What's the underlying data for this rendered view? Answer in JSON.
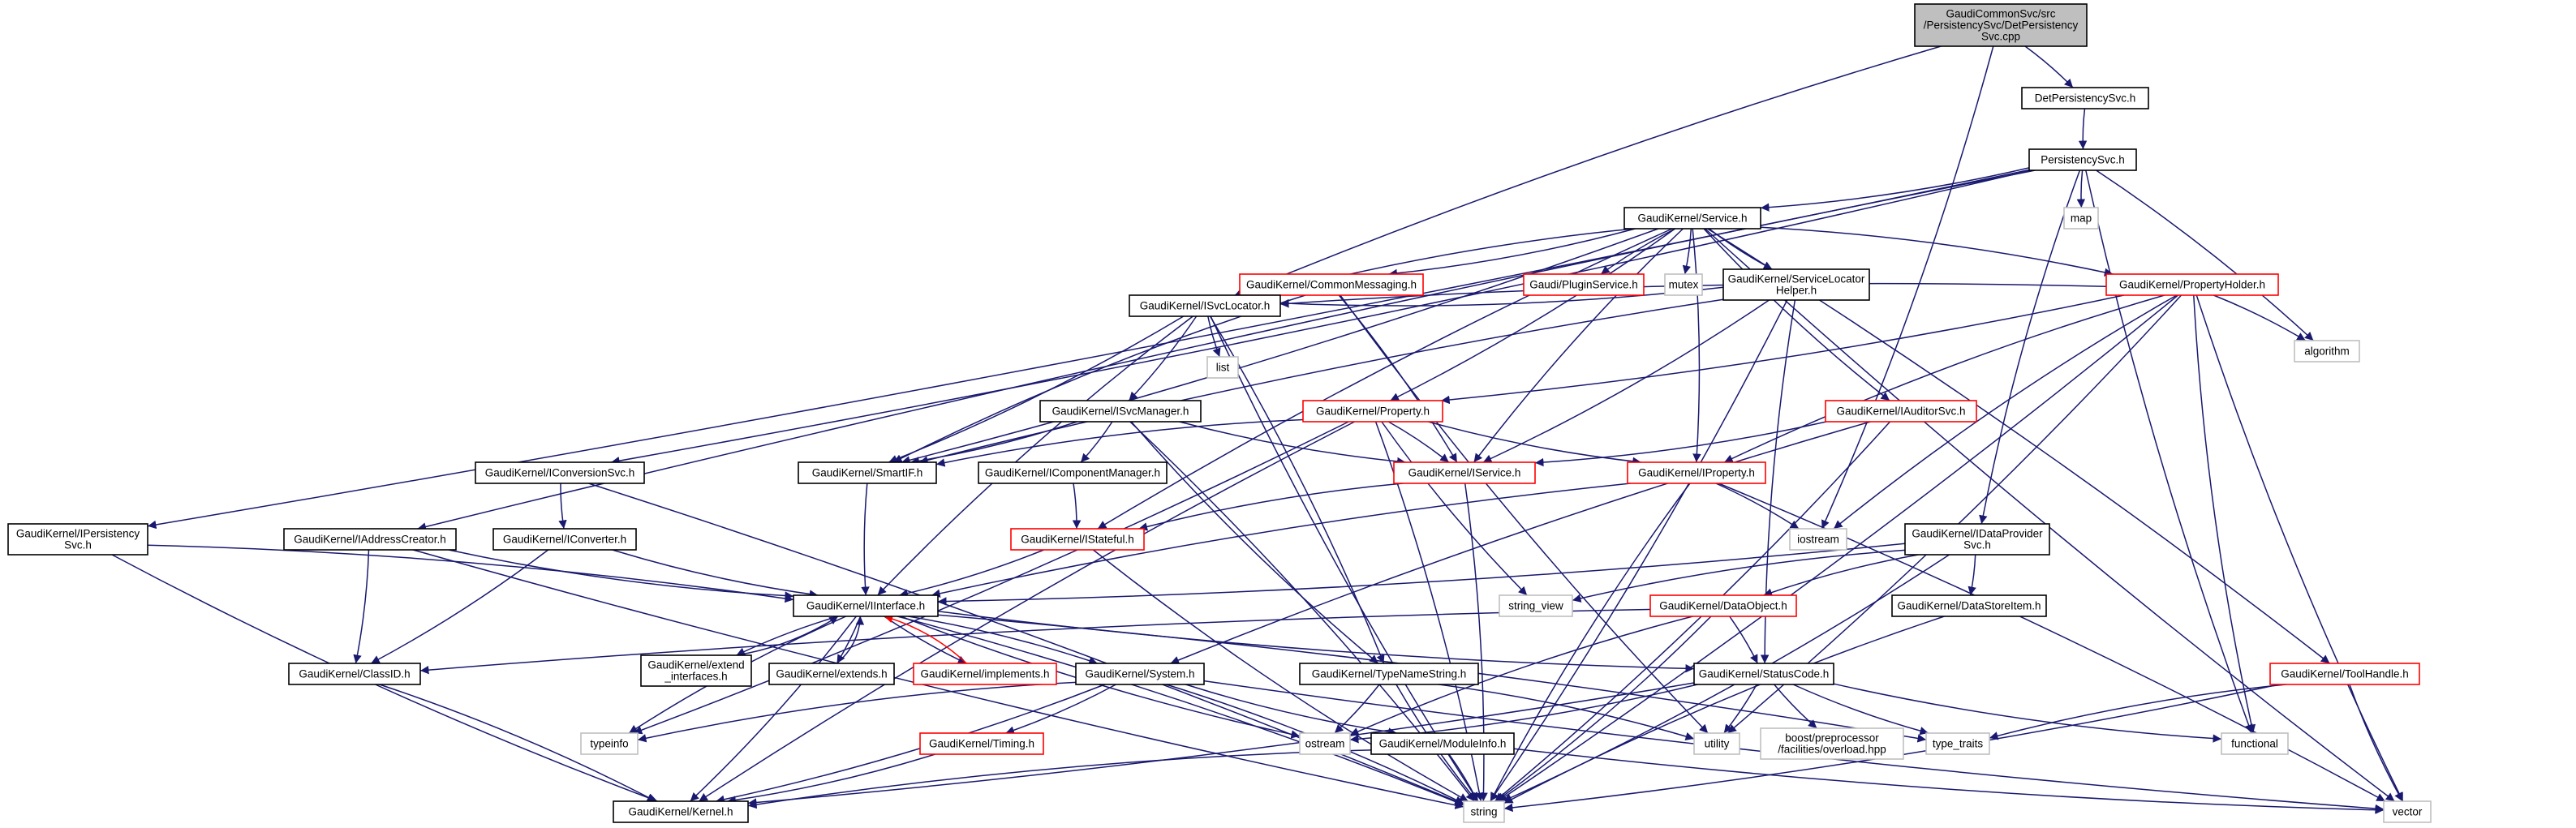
{
  "colors": {
    "edge": "#191970",
    "edge_highlight": "#ff0000",
    "border_normal": "#000000",
    "border_highlight": "#ff0000",
    "border_external": "#bfbfbf",
    "fill_root": "#bfbfbf",
    "fill_normal": "#ffffff",
    "label_text": "#000000"
  },
  "nodes": [
    {
      "id": "root",
      "lines": [
        "GaudiCommonSvc/src",
        "/PersistencySvc/DetPersistency",
        "Svc.cpp"
      ],
      "kind": "root"
    },
    {
      "id": "det_pers",
      "lines": [
        "DetPersistencySvc.h"
      ],
      "kind": "normal"
    },
    {
      "id": "pers_svc",
      "lines": [
        "PersistencySvc.h"
      ],
      "kind": "normal"
    },
    {
      "id": "service",
      "lines": [
        "GaudiKernel/Service.h"
      ],
      "kind": "normal"
    },
    {
      "id": "map",
      "lines": [
        "map"
      ],
      "kind": "external"
    },
    {
      "id": "ipers",
      "lines": [
        "GaudiKernel/IPersistency",
        "Svc.h"
      ],
      "kind": "normal"
    },
    {
      "id": "iaddr",
      "lines": [
        "GaudiKernel/IAddressCreator.h"
      ],
      "kind": "normal"
    },
    {
      "id": "iconvsvc",
      "lines": [
        "GaudiKernel/IConversionSvc.h"
      ],
      "kind": "normal"
    },
    {
      "id": "commonmsg",
      "lines": [
        "GaudiKernel/CommonMessaging.h"
      ],
      "kind": "highlight"
    },
    {
      "id": "pluginsvc",
      "lines": [
        "Gaudi/PluginService.h"
      ],
      "kind": "highlight"
    },
    {
      "id": "mutex",
      "lines": [
        "mutex"
      ],
      "kind": "external"
    },
    {
      "id": "svcloc_helper",
      "lines": [
        "GaudiKernel/ServiceLocator",
        "Helper.h"
      ],
      "kind": "normal"
    },
    {
      "id": "propholder",
      "lines": [
        "GaudiKernel/PropertyHolder.h"
      ],
      "kind": "highlight"
    },
    {
      "id": "isvcloc",
      "lines": [
        "GaudiKernel/ISvcLocator.h"
      ],
      "kind": "normal"
    },
    {
      "id": "list",
      "lines": [
        "list"
      ],
      "kind": "external"
    },
    {
      "id": "algorithm",
      "lines": [
        "algorithm"
      ],
      "kind": "external"
    },
    {
      "id": "isvcmgr",
      "lines": [
        "GaudiKernel/ISvcManager.h"
      ],
      "kind": "normal"
    },
    {
      "id": "property",
      "lines": [
        "GaudiKernel/Property.h"
      ],
      "kind": "highlight"
    },
    {
      "id": "iauditor",
      "lines": [
        "GaudiKernel/IAuditorSvc.h"
      ],
      "kind": "highlight"
    },
    {
      "id": "smartif",
      "lines": [
        "GaudiKernel/SmartIF.h"
      ],
      "kind": "normal"
    },
    {
      "id": "icompmgr",
      "lines": [
        "GaudiKernel/IComponentManager.h"
      ],
      "kind": "normal"
    },
    {
      "id": "iservice",
      "lines": [
        "GaudiKernel/IService.h"
      ],
      "kind": "highlight"
    },
    {
      "id": "iproperty",
      "lines": [
        "GaudiKernel/IProperty.h"
      ],
      "kind": "highlight"
    },
    {
      "id": "iconverter",
      "lines": [
        "GaudiKernel/IConverter.h"
      ],
      "kind": "normal"
    },
    {
      "id": "istateful",
      "lines": [
        "GaudiKernel/IStateful.h"
      ],
      "kind": "highlight"
    },
    {
      "id": "iostream",
      "lines": [
        "iostream"
      ],
      "kind": "external"
    },
    {
      "id": "idataprov",
      "lines": [
        "GaudiKernel/IDataProvider",
        "Svc.h"
      ],
      "kind": "normal"
    },
    {
      "id": "iinterface",
      "lines": [
        "GaudiKernel/IInterface.h"
      ],
      "kind": "normal"
    },
    {
      "id": "string_view",
      "lines": [
        "string_view"
      ],
      "kind": "external"
    },
    {
      "id": "dataobject",
      "lines": [
        "GaudiKernel/DataObject.h"
      ],
      "kind": "highlight"
    },
    {
      "id": "datastoreitem",
      "lines": [
        "GaudiKernel/DataStoreItem.h"
      ],
      "kind": "normal"
    },
    {
      "id": "classid",
      "lines": [
        "GaudiKernel/ClassID.h"
      ],
      "kind": "normal"
    },
    {
      "id": "extend_ifaces",
      "lines": [
        "GaudiKernel/extend",
        "_interfaces.h"
      ],
      "kind": "normal"
    },
    {
      "id": "extends",
      "lines": [
        "GaudiKernel/extends.h"
      ],
      "kind": "normal"
    },
    {
      "id": "implements",
      "lines": [
        "GaudiKernel/implements.h"
      ],
      "kind": "highlight"
    },
    {
      "id": "system",
      "lines": [
        "GaudiKernel/System.h"
      ],
      "kind": "normal"
    },
    {
      "id": "typenamestr",
      "lines": [
        "GaudiKernel/TypeNameString.h"
      ],
      "kind": "normal"
    },
    {
      "id": "statuscode",
      "lines": [
        "GaudiKernel/StatusCode.h"
      ],
      "kind": "normal"
    },
    {
      "id": "toolhandle",
      "lines": [
        "GaudiKernel/ToolHandle.h"
      ],
      "kind": "highlight"
    },
    {
      "id": "typeinfo",
      "lines": [
        "typeinfo"
      ],
      "kind": "external"
    },
    {
      "id": "timing",
      "lines": [
        "GaudiKernel/Timing.h"
      ],
      "kind": "highlight"
    },
    {
      "id": "ostream",
      "lines": [
        "ostream"
      ],
      "kind": "external"
    },
    {
      "id": "moduleinfo",
      "lines": [
        "GaudiKernel/ModuleInfo.h"
      ],
      "kind": "normal"
    },
    {
      "id": "utility",
      "lines": [
        "utility"
      ],
      "kind": "external"
    },
    {
      "id": "boost_overload",
      "lines": [
        "boost/preprocessor",
        "/facilities/overload.hpp"
      ],
      "kind": "external"
    },
    {
      "id": "type_traits",
      "lines": [
        "type_traits"
      ],
      "kind": "external"
    },
    {
      "id": "functional",
      "lines": [
        "functional"
      ],
      "kind": "external"
    },
    {
      "id": "kernel",
      "lines": [
        "GaudiKernel/Kernel.h"
      ],
      "kind": "normal"
    },
    {
      "id": "string",
      "lines": [
        "string"
      ],
      "kind": "external"
    },
    {
      "id": "vector",
      "lines": [
        "vector"
      ],
      "kind": "external"
    }
  ],
  "edges": [
    [
      "root",
      "det_pers"
    ],
    [
      "root",
      "isvcloc"
    ],
    [
      "root",
      "iostream"
    ],
    [
      "det_pers",
      "pers_svc"
    ],
    [
      "pers_svc",
      "service"
    ],
    [
      "pers_svc",
      "map"
    ],
    [
      "pers_svc",
      "ipers"
    ],
    [
      "pers_svc",
      "iaddr"
    ],
    [
      "pers_svc",
      "iconvsvc"
    ],
    [
      "pers_svc",
      "idataprov"
    ],
    [
      "pers_svc",
      "algorithm"
    ],
    [
      "pers_svc",
      "functional"
    ],
    [
      "service",
      "commonmsg"
    ],
    [
      "service",
      "pluginsvc"
    ],
    [
      "service",
      "mutex"
    ],
    [
      "service",
      "svcloc_helper"
    ],
    [
      "service",
      "propholder"
    ],
    [
      "service",
      "isvcloc"
    ],
    [
      "service",
      "property"
    ],
    [
      "service",
      "iauditor"
    ],
    [
      "service",
      "smartif"
    ],
    [
      "service",
      "iservice"
    ],
    [
      "service",
      "iproperty"
    ],
    [
      "service",
      "istateful"
    ],
    [
      "service",
      "toolhandle"
    ],
    [
      "service",
      "vector"
    ],
    [
      "commonmsg",
      "isvcloc"
    ],
    [
      "commonmsg",
      "smartif"
    ],
    [
      "commonmsg",
      "iservice"
    ],
    [
      "commonmsg",
      "utility"
    ],
    [
      "svcloc_helper",
      "isvcloc"
    ],
    [
      "svcloc_helper",
      "smartif"
    ],
    [
      "svcloc_helper",
      "iservice"
    ],
    [
      "svcloc_helper",
      "statuscode"
    ],
    [
      "svcloc_helper",
      "string"
    ],
    [
      "propholder",
      "isvcloc"
    ],
    [
      "propholder",
      "property"
    ],
    [
      "propholder",
      "iproperty"
    ],
    [
      "propholder",
      "algorithm"
    ],
    [
      "propholder",
      "iostream"
    ],
    [
      "propholder",
      "string"
    ],
    [
      "propholder",
      "vector"
    ],
    [
      "propholder",
      "utility"
    ],
    [
      "propholder",
      "functional"
    ],
    [
      "isvcloc",
      "isvcmgr"
    ],
    [
      "isvcloc",
      "list"
    ],
    [
      "isvcloc",
      "smartif"
    ],
    [
      "isvcloc",
      "iinterface"
    ],
    [
      "isvcloc",
      "typenamestr"
    ],
    [
      "isvcloc",
      "string"
    ],
    [
      "isvcmgr",
      "icompmgr"
    ],
    [
      "isvcmgr",
      "iservice"
    ],
    [
      "isvcmgr",
      "smartif"
    ],
    [
      "isvcmgr",
      "typenamestr"
    ],
    [
      "isvcmgr",
      "string"
    ],
    [
      "property",
      "smartif"
    ],
    [
      "property",
      "iservice"
    ],
    [
      "property",
      "iproperty"
    ],
    [
      "property",
      "string"
    ],
    [
      "property",
      "string_view"
    ],
    [
      "property",
      "typeinfo"
    ],
    [
      "property",
      "kernel"
    ],
    [
      "iauditor",
      "iservice"
    ],
    [
      "iauditor",
      "system"
    ],
    [
      "iauditor",
      "string"
    ],
    [
      "smartif",
      "iinterface"
    ],
    [
      "icompmgr",
      "istateful"
    ],
    [
      "iservice",
      "istateful"
    ],
    [
      "iservice",
      "string"
    ],
    [
      "iproperty",
      "iinterface"
    ],
    [
      "iproperty",
      "iostream"
    ],
    [
      "iproperty",
      "string"
    ],
    [
      "iproperty",
      "vector"
    ],
    [
      "iconvsvc",
      "iconverter"
    ],
    [
      "iconvsvc",
      "string"
    ],
    [
      "iconverter",
      "iinterface"
    ],
    [
      "iconverter",
      "classid"
    ],
    [
      "iaddr",
      "iinterface"
    ],
    [
      "iaddr",
      "classid"
    ],
    [
      "iaddr",
      "string"
    ],
    [
      "ipers",
      "iinterface"
    ],
    [
      "ipers",
      "kernel"
    ],
    [
      "istateful",
      "iinterface"
    ],
    [
      "istateful",
      "string"
    ],
    [
      "idataprov",
      "iinterface"
    ],
    [
      "idataprov",
      "dataobject"
    ],
    [
      "idataprov",
      "datastoreitem"
    ],
    [
      "idataprov",
      "string_view"
    ],
    [
      "idataprov",
      "string"
    ],
    [
      "dataobject",
      "classid"
    ],
    [
      "dataobject",
      "statuscode"
    ],
    [
      "dataobject",
      "ostream"
    ],
    [
      "dataobject",
      "string"
    ],
    [
      "datastoreitem",
      "string"
    ],
    [
      "classid",
      "kernel"
    ],
    [
      "iinterface",
      "extend_ifaces"
    ],
    [
      "iinterface",
      "extends"
    ],
    [
      "iinterface",
      "implements"
    ],
    [
      "iinterface",
      "system"
    ],
    [
      "iinterface",
      "statuscode"
    ],
    [
      "iinterface",
      "kernel"
    ],
    [
      "iinterface",
      "ostream"
    ],
    [
      "iinterface",
      "type_traits"
    ],
    [
      "iinterface",
      "typeinfo"
    ],
    [
      "iinterface",
      "string"
    ],
    [
      "extend_ifaces",
      "iinterface"
    ],
    [
      "extends",
      "iinterface"
    ],
    [
      "implements",
      "iinterface"
    ],
    [
      "system",
      "timing"
    ],
    [
      "system",
      "moduleinfo"
    ],
    [
      "system",
      "kernel"
    ],
    [
      "system",
      "typeinfo"
    ],
    [
      "system",
      "string"
    ],
    [
      "system",
      "vector"
    ],
    [
      "timing",
      "kernel"
    ],
    [
      "moduleinfo",
      "kernel"
    ],
    [
      "moduleinfo",
      "string"
    ],
    [
      "moduleinfo",
      "vector"
    ],
    [
      "typenamestr",
      "ostream"
    ],
    [
      "typenamestr",
      "string"
    ],
    [
      "typenamestr",
      "utility"
    ],
    [
      "statuscode",
      "boost_overload"
    ],
    [
      "statuscode",
      "ostream"
    ],
    [
      "statuscode",
      "type_traits"
    ],
    [
      "statuscode",
      "utility"
    ],
    [
      "statuscode",
      "functional"
    ],
    [
      "statuscode",
      "kernel"
    ],
    [
      "toolhandle",
      "type_traits"
    ],
    [
      "toolhandle",
      "string"
    ],
    [
      "toolhandle",
      "vector"
    ]
  ],
  "highlight_edges": [
    [
      "implements",
      "iinterface"
    ]
  ]
}
